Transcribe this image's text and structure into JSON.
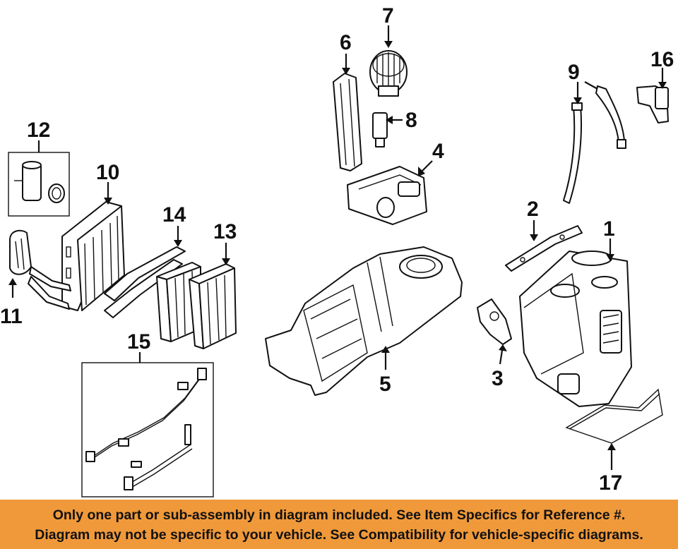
{
  "callouts": [
    {
      "id": "c1",
      "label": "1"
    },
    {
      "id": "c2",
      "label": "2"
    },
    {
      "id": "c3",
      "label": "3"
    },
    {
      "id": "c4",
      "label": "4"
    },
    {
      "id": "c5",
      "label": "5"
    },
    {
      "id": "c6",
      "label": "6"
    },
    {
      "id": "c7",
      "label": "7"
    },
    {
      "id": "c8",
      "label": "8"
    },
    {
      "id": "c9",
      "label": "9"
    },
    {
      "id": "c10",
      "label": "10"
    },
    {
      "id": "c11",
      "label": "11"
    },
    {
      "id": "c12",
      "label": "12"
    },
    {
      "id": "c13",
      "label": "13"
    },
    {
      "id": "c14",
      "label": "14"
    },
    {
      "id": "c15",
      "label": "15"
    },
    {
      "id": "c16",
      "label": "16"
    },
    {
      "id": "c17",
      "label": "17"
    }
  ],
  "notice": {
    "line1": "Only one part or sub-assembly in diagram included. See Item Specifics for Reference #.",
    "line2": "Diagram may not be specific to your vehicle. See Compatibility for vehicle-specific diagrams.",
    "background": "#f0993a"
  }
}
